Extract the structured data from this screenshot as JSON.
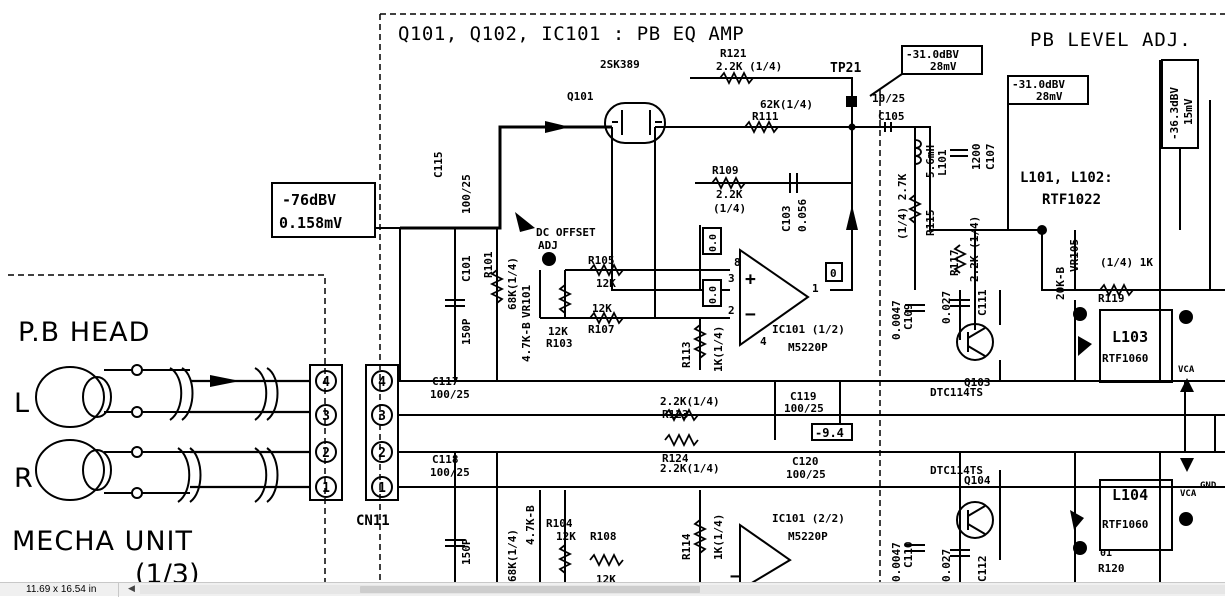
{
  "schematic": {
    "title": "Q101, Q102, IC101 : PB EQ AMP",
    "title_right": "PB LEVEL ADJ.",
    "head_label": "P.B HEAD",
    "mecha_label": "MECHA UNIT",
    "mecha_page": "(1/3)",
    "cn11": "CN11",
    "head_l": "L",
    "head_r": "R",
    "pins_left": [
      "4",
      "3",
      "2",
      "1"
    ],
    "pins_right": [
      "4",
      "3",
      "2",
      "1"
    ],
    "level_box": {
      "line1": "-76dBV",
      "line2": "0.158mV"
    },
    "tp21_box": {
      "line1": "-31.0dBV",
      "line2": "28mV"
    },
    "c105_box": {
      "line1": "-31.0dBV",
      "line2": "28mV"
    },
    "vert_box": {
      "line1": "-36.3dBV",
      "line2": "15mV"
    },
    "tp21": "TP21",
    "q101_part": "2SK389",
    "q101": "Q101",
    "r121": {
      "ref": "R121",
      "val": "2.2K (1/4)"
    },
    "r111": {
      "val": "62K(1/4)",
      "ref": "R111"
    },
    "c105": {
      "val": "10/25",
      "ref": "C105"
    },
    "r109": {
      "ref": "R109",
      "val1": "2.2K",
      "val2": "(1/4)"
    },
    "c103": {
      "ref": "C103",
      "val": "0.056"
    },
    "c115": {
      "ref": "C115",
      "val": "100/25"
    },
    "c101": {
      "ref": "C101",
      "val": "150P"
    },
    "r101": {
      "ref": "R101",
      "val": "68K(1/4)"
    },
    "dc_offset": {
      "line1": "DC OFFSET",
      "line2": "ADJ"
    },
    "vr101": {
      "ref": "VR101",
      "val": "4.7K-B"
    },
    "r105": {
      "ref": "R105",
      "val": "12K"
    },
    "r107": {
      "val": "12K",
      "ref": "R107"
    },
    "r103": {
      "val": "12K",
      "ref": "R103"
    },
    "r113": {
      "ref": "R113",
      "val": "1K(1/4)"
    },
    "volt_0_a": "0.0",
    "volt_0_b": "0.0",
    "volt_0_c": "0",
    "volt_neg": "-9.4",
    "ic101a": {
      "ref": "IC101 (1/2)",
      "part": "M5220P",
      "pin8": "8",
      "pin4": "4",
      "pin1": "1",
      "pin3": "3",
      "pin2": "2"
    },
    "ic101b": {
      "ref": "IC101 (2/2)",
      "part": "M5220P"
    },
    "l101": {
      "val": "5.6mH",
      "ref": "L101"
    },
    "c107": {
      "val": "1200",
      "ref": "C107"
    },
    "r115": {
      "val": "(1/4) 2.7K",
      "ref": "R115"
    },
    "c109": {
      "val": "0.0047",
      "ref": "C109"
    },
    "r117": {
      "val": "2.2K (1/4)",
      "ref": "R117"
    },
    "c111": {
      "val": "0.027",
      "ref": "C111"
    },
    "q103": {
      "ref": "Q103",
      "part": "DTC114TS"
    },
    "q104": {
      "part": "DTC114TS",
      "ref": "Q104"
    },
    "l101_102": {
      "line1": "L101, L102:",
      "line2": "RTF1022"
    },
    "vr105": {
      "ref": "VR105",
      "val": "20K-B"
    },
    "r119": {
      "val": "(1/4) 1K",
      "ref": "R119"
    },
    "l103": {
      "ref": "L103",
      "part": "RTF1060"
    },
    "l104": {
      "ref": "L104",
      "part": "RTF1060"
    },
    "vca1": "VCA",
    "vca2": "VCA",
    "c117": {
      "ref": "C117",
      "val": "100/25"
    },
    "c118": {
      "ref": "C118",
      "val": "100/25"
    },
    "r123": {
      "val": "2.2K(1/4)",
      "ref": "R123"
    },
    "r124": {
      "ref": "R124",
      "val": "2.2K(1/4)"
    },
    "c119": {
      "ref": "C119",
      "val": "100/25"
    },
    "c120": {
      "ref": "C120",
      "val": "100/25"
    },
    "r102": {
      "val": "68K(1/4)"
    },
    "vr102": {
      "val": "4.7K-B"
    },
    "r104": {
      "ref": "R104",
      "val": "12K"
    },
    "r108": {
      "ref": "R108",
      "val": "12K"
    },
    "r114": {
      "ref": "R114",
      "val": "1K(1/4)"
    },
    "c102": {
      "val": "150P"
    },
    "c110": {
      "val": "0.0047",
      "ref": "C110"
    },
    "c112": {
      "val": "0.027",
      "ref": "C112"
    },
    "r120": {
      "ref": "R120"
    },
    "gnd": "GND",
    "mark_01": "01"
  },
  "statusbar": {
    "size": "11.69 x 16.54 in",
    "scroll_left": "◀"
  }
}
